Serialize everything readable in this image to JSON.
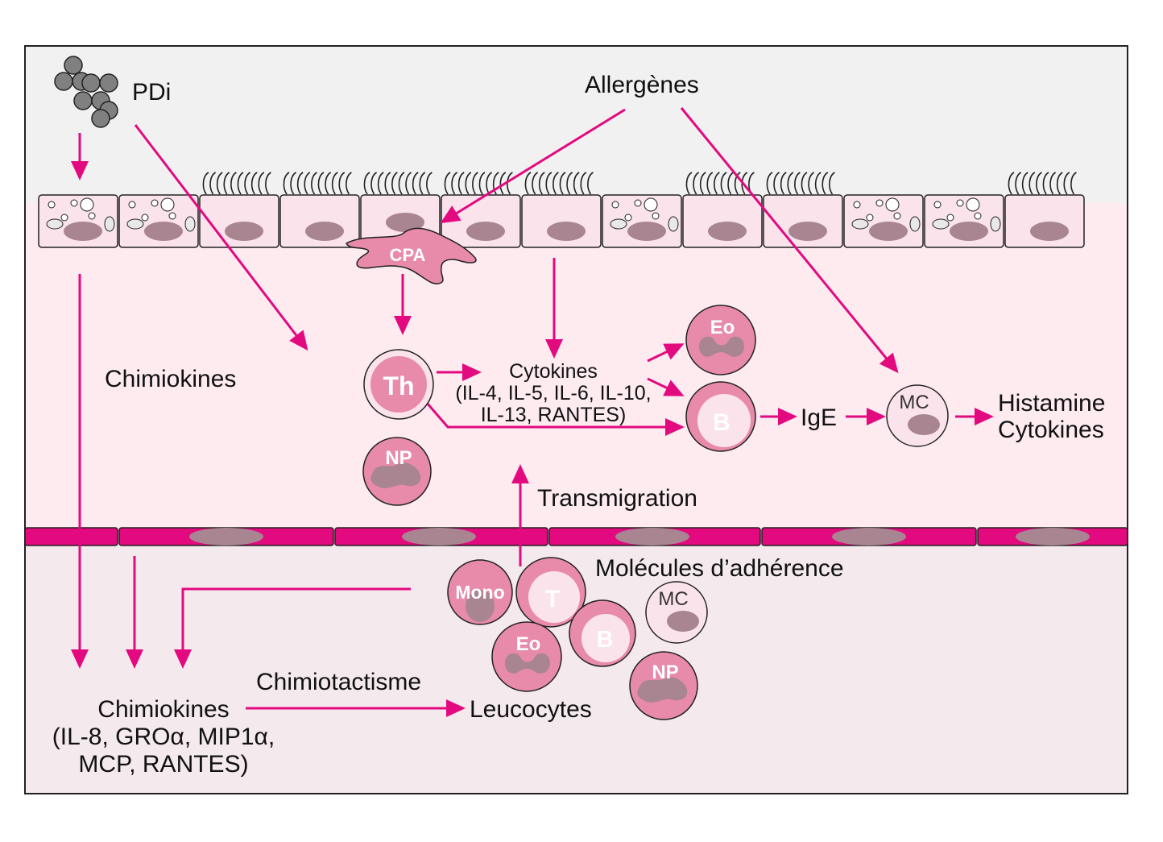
{
  "colors": {
    "accent": "#e3097f",
    "cell_pink": "#e88aaa",
    "cell_light": "#fbe3ec",
    "nucleus": "#a98592",
    "particle": "#808080",
    "lumen_bg": "#f1f1f1",
    "tissue_bg": "#fdebf0",
    "vessel_bg": "#f4e9ed"
  },
  "labels": {
    "pdi": "PDi",
    "allergenes": "Allergènes",
    "chimiokines_mid": "Chimiokines",
    "cytokines_title": "Cytokines",
    "cytokines_line2": "(IL-4, IL-5, IL-6, IL-10,",
    "cytokines_line3": "IL-13, RANTES)",
    "ige": "IgE",
    "histamine": "Histamine",
    "cytokines_out": "Cytokines",
    "transmigration": "Transmigration",
    "adhesion": "Molécules d’adhérence",
    "chimiotactisme": "Chimiotactisme",
    "leucocytes": "Leucocytes",
    "chimiokines_bottom": "Chimiokines",
    "chimiokines_list1": "(IL-8, GROα, MIP1α,",
    "chimiokines_list2": "MCP, RANTES)"
  },
  "cells": {
    "cpa": "CPA",
    "th": "Th",
    "np": "NP",
    "eo": "Eo",
    "b": "B",
    "mc": "MC",
    "mono": "Mono",
    "t": "T"
  }
}
